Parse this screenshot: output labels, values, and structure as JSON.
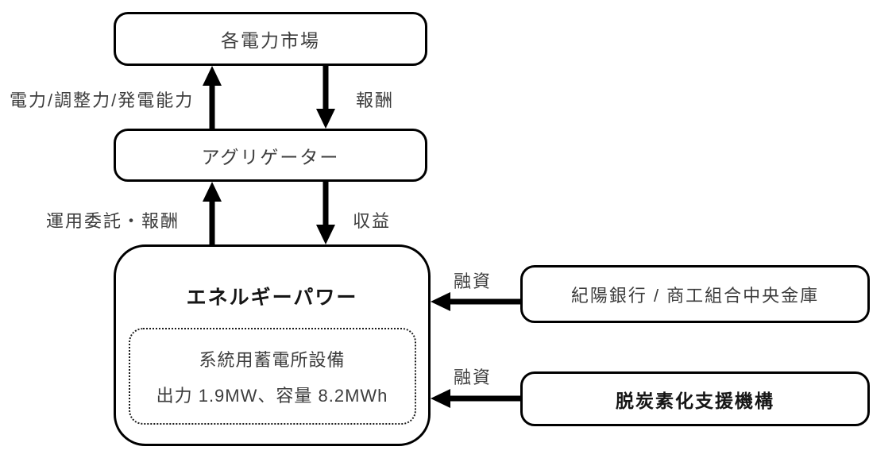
{
  "diagram": {
    "title": "battery-storage-business-scheme",
    "nodes": {
      "market": {
        "label": "各電力市場"
      },
      "aggregator": {
        "label": "アグリゲーター"
      },
      "energy_power": {
        "title": "エネルギーパワー",
        "facility_line1": "系統用蓄電所設備",
        "facility_line2": "出力 1.9MW、容量 8.2MWh"
      },
      "banks": {
        "label": "紀陽銀行 / 商工組合中央金庫"
      },
      "decarbonization": {
        "label": "脱炭素化支援機構"
      }
    },
    "edges": {
      "supply": {
        "label": "電力/調整力/発電能力",
        "from": "aggregator",
        "to": "market",
        "direction": "up"
      },
      "reward": {
        "label": "報酬",
        "from": "market",
        "to": "aggregator",
        "direction": "down"
      },
      "operation": {
        "label": "運用委託・報酬",
        "from": "energy_power",
        "to": "aggregator",
        "direction": "up"
      },
      "revenue": {
        "label": "収益",
        "from": "aggregator",
        "to": "energy_power",
        "direction": "down"
      },
      "loan_banks": {
        "label": "融資",
        "from": "banks",
        "to": "energy_power",
        "direction": "left"
      },
      "loan_decarb": {
        "label": "融資",
        "from": "decarbonization",
        "to": "energy_power",
        "direction": "left"
      }
    },
    "colors": {
      "line": "#000000",
      "text": "#3d3d3d",
      "bold_text": "#161616",
      "background": "#ffffff"
    }
  }
}
